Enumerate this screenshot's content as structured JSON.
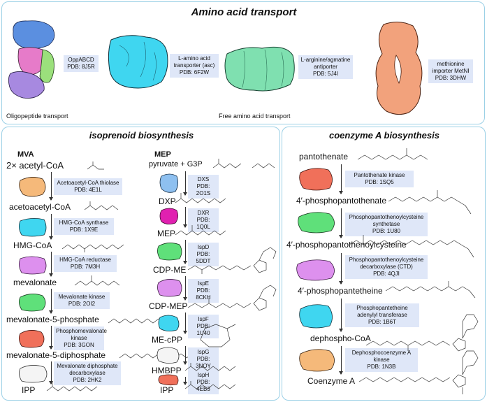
{
  "amino": {
    "title": "Amino acid transport",
    "proteins": [
      {
        "name": "OppABCD",
        "pdb": "PDB: 8J5R"
      },
      {
        "name": "L-amino acid transporter (asc)",
        "pdb": "PDB: 6F2W"
      },
      {
        "name": "L-arginine/agmatine antiporter",
        "pdb": "PDB: 5J4I"
      },
      {
        "name": "methionine importer MetNI",
        "pdb": "PDB: 3DHW"
      }
    ],
    "caption_oligo": "Oligopeptide transport",
    "caption_free": "Free amino acid transport"
  },
  "isoprenoid": {
    "title": "isoprenoid biosynthesis",
    "mva": {
      "header": "MVA",
      "compounds": [
        "2× acetyl-CoA",
        "acetoacetyl-CoA",
        "HMG-CoA",
        "mevalonate",
        "mevalonate-5-phosphate",
        "mevalonate-5-diphosphate",
        "IPP"
      ],
      "enzymes": [
        {
          "name": "Acetoacetyl-CoA thiolase",
          "pdb": "PDB: 4E1L"
        },
        {
          "name": "HMG-CoA synthase",
          "pdb": "PDB: 1X9E"
        },
        {
          "name": "HMG-CoA reductase",
          "pdb": "PDB: 7M3H"
        },
        {
          "name": "Mevalonate kinase",
          "pdb": "PDB: 2OI2"
        },
        {
          "name": "Phosphomevalonate kinase",
          "pdb": "PDB: 3GON"
        },
        {
          "name": "Mevalonate diphosphate decarboxylase",
          "pdb": "PDB: 2HK2"
        }
      ]
    },
    "mep": {
      "header": "MEP",
      "compounds": [
        "pyruvate + G3P",
        "DXP",
        "MEP",
        "CDP-ME",
        "CDP-MEP",
        "ME-cPP",
        "HMBPP",
        "IPP"
      ],
      "enzymes": [
        {
          "name": "DXS",
          "pdb": "PDB: 2O1S"
        },
        {
          "name": "DXR",
          "pdb": "PDB: 1Q0L"
        },
        {
          "name": "IspD",
          "pdb": "PDB: 5DDT"
        },
        {
          "name": "IspE",
          "pdb": "PDB: 8CKH"
        },
        {
          "name": "IspF",
          "pdb": "PDB: 1U40"
        },
        {
          "name": "IspG",
          "pdb": "PDB: 3NOY"
        },
        {
          "name": "IspH",
          "pdb": "PDB: 4EB3"
        }
      ]
    }
  },
  "coa": {
    "title": "coenzyme A biosynthesis",
    "compounds": [
      "pantothenate",
      "4′-phosphopantothenate",
      "4′-phosphopantothenoylcysteine",
      "4′-phosphopantetheine",
      "dephospho-CoA",
      "Coenzyme A"
    ],
    "enzymes": [
      {
        "name": "Pantothenate kinase",
        "pdb": "PDB: 1SQ5"
      },
      {
        "name": "Phosphopantothenoylcysteine synthetase",
        "pdb": "PDB: 1U80"
      },
      {
        "name": "Phosphopantothenoylcysteine decarboxylase (CTD)",
        "pdb": "PDB: 4QJI"
      },
      {
        "name": "Phosphopantetheine adenylyl transferase",
        "pdb": "PDB: 1B6T"
      },
      {
        "name": "Dephosphocoenzyme A kinase",
        "pdb": "PDB: 1N3B"
      }
    ]
  },
  "colors": {
    "panel_border": "#9bd0e6",
    "label_bg": "#dfe7f8",
    "opp_blue": "#5b8fe0",
    "opp_pink": "#e67bc9",
    "opp_green": "#9be07c",
    "opp_purple": "#a789e0",
    "cyan": "#3fd6f0",
    "mint": "#7fe0b0",
    "salmon": "#f2a27c",
    "orange": "#f5b97a",
    "red": "#f0705a",
    "green": "#5fe07a",
    "magenta": "#e020b0",
    "lilac": "#dd90ee",
    "sky": "#8ec0f0",
    "white_grey": "#f4f4f4"
  }
}
